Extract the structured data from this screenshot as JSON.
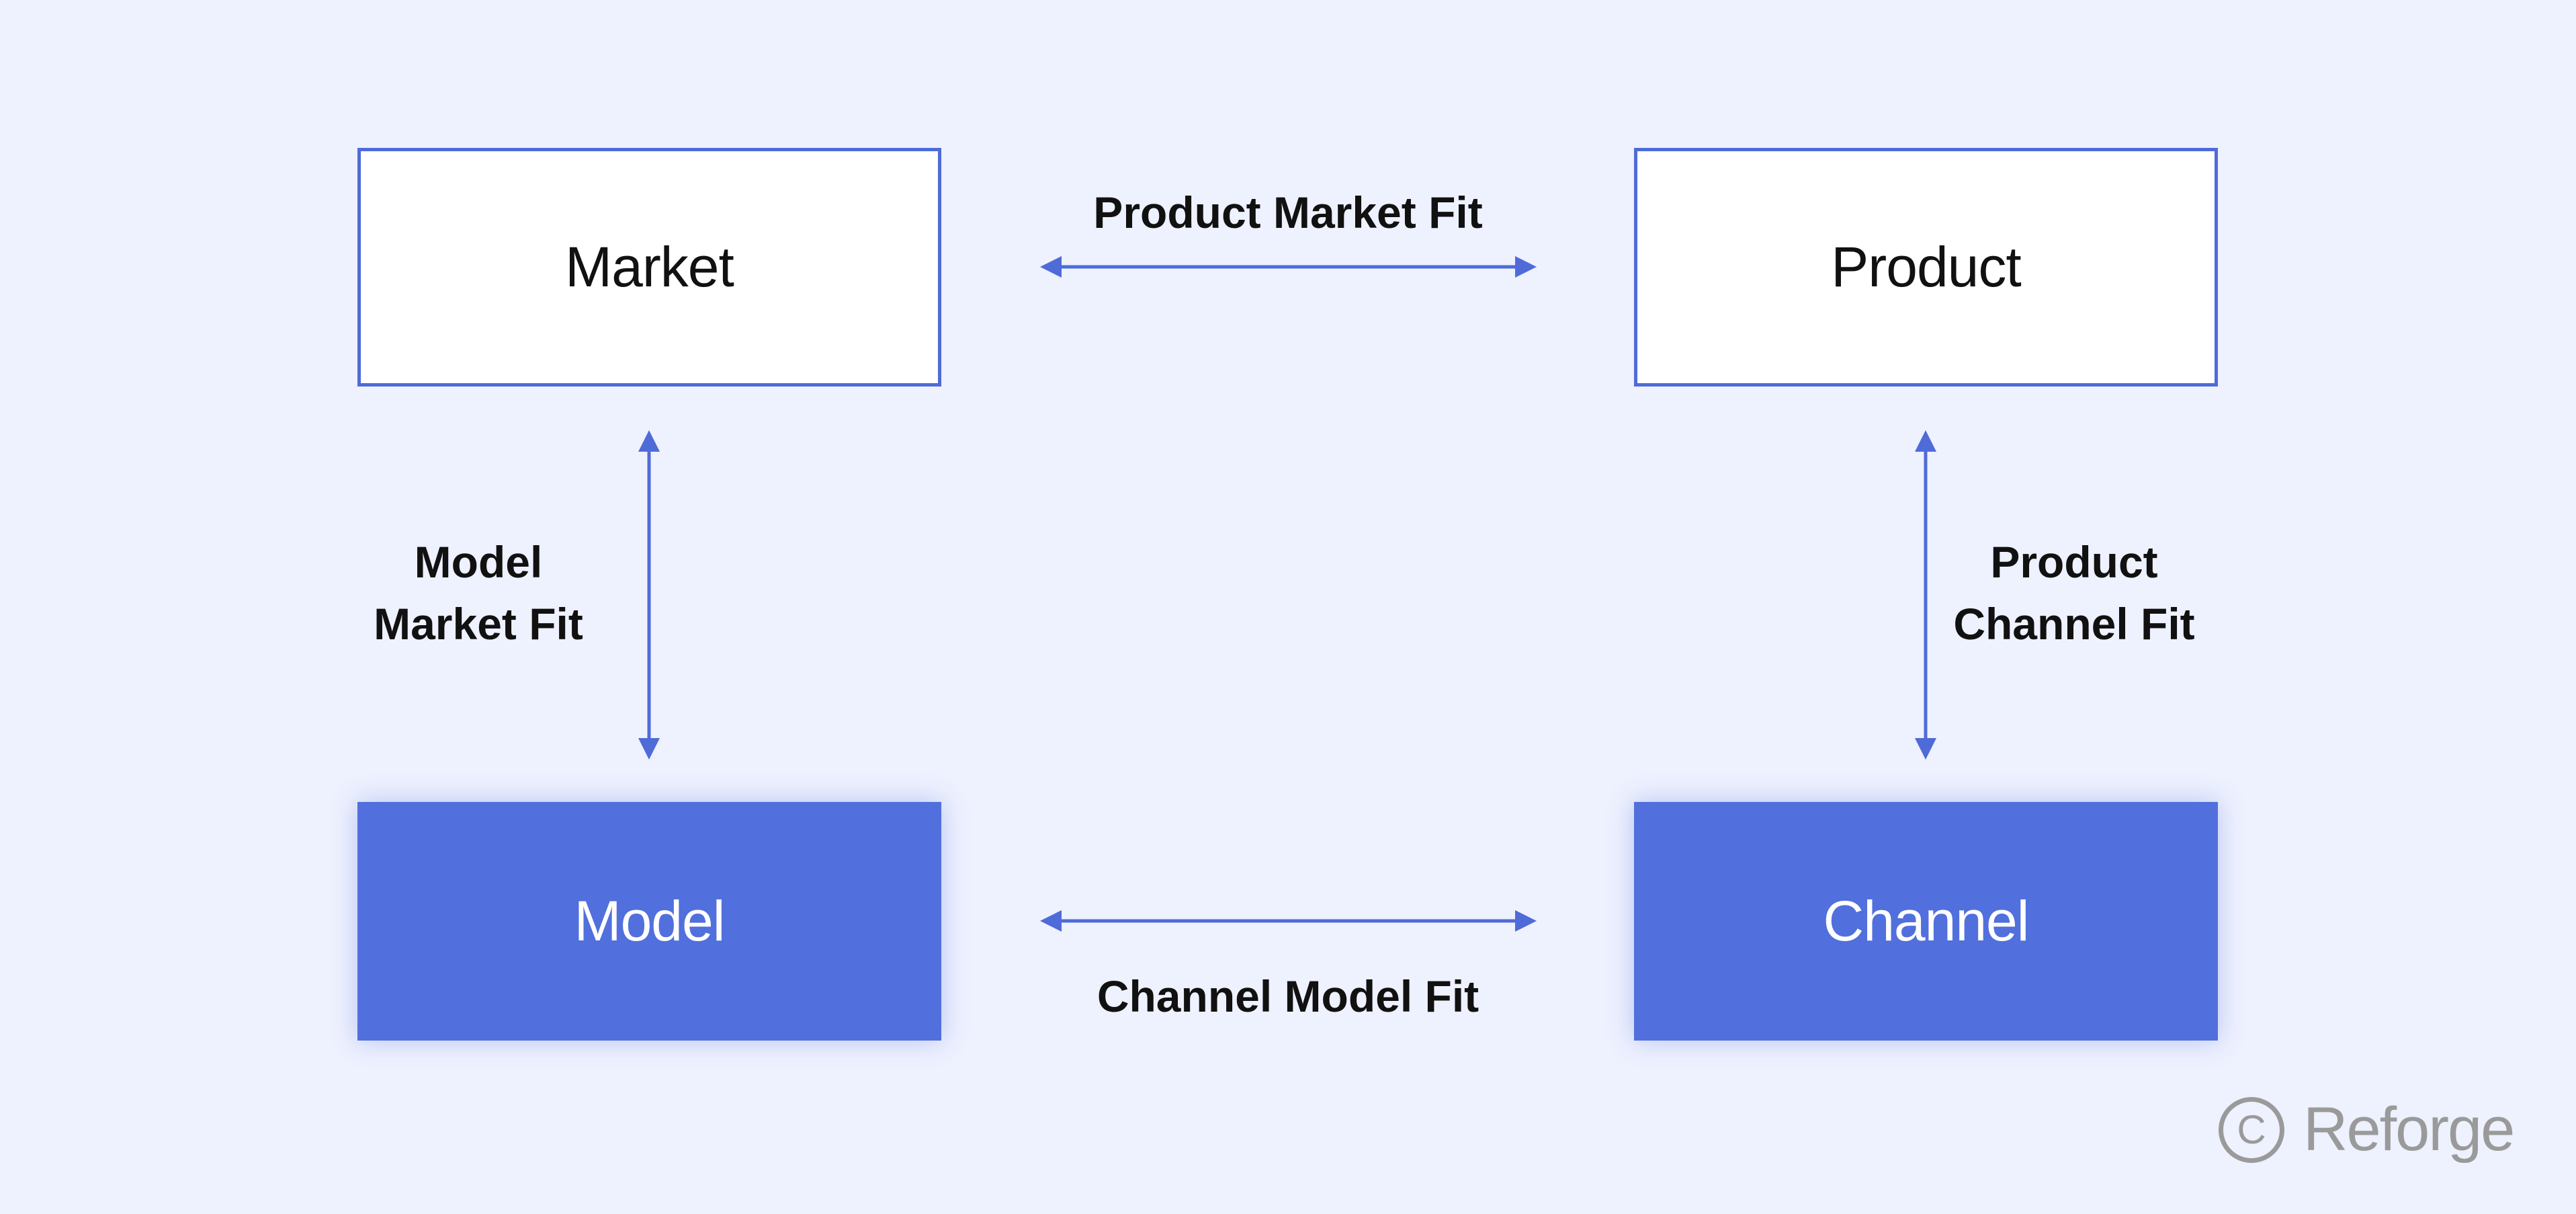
{
  "nodes": {
    "market": "Market",
    "product": "Product",
    "model": "Model",
    "channel": "Channel"
  },
  "edges": {
    "product_market_fit": "Product Market Fit",
    "channel_model_fit": "Channel Model Fit",
    "model_market_fit_line1": "Model",
    "model_market_fit_line2": "Market Fit",
    "product_channel_fit_line1": "Product",
    "product_channel_fit_line2": "Channel Fit"
  },
  "watermark": {
    "icon": "copyright-circle-icon",
    "brand": "Reforge"
  },
  "colors": {
    "background": "#eef1fe",
    "accent": "#5170dd",
    "text": "#111111",
    "watermark": "#9a9a9a"
  }
}
